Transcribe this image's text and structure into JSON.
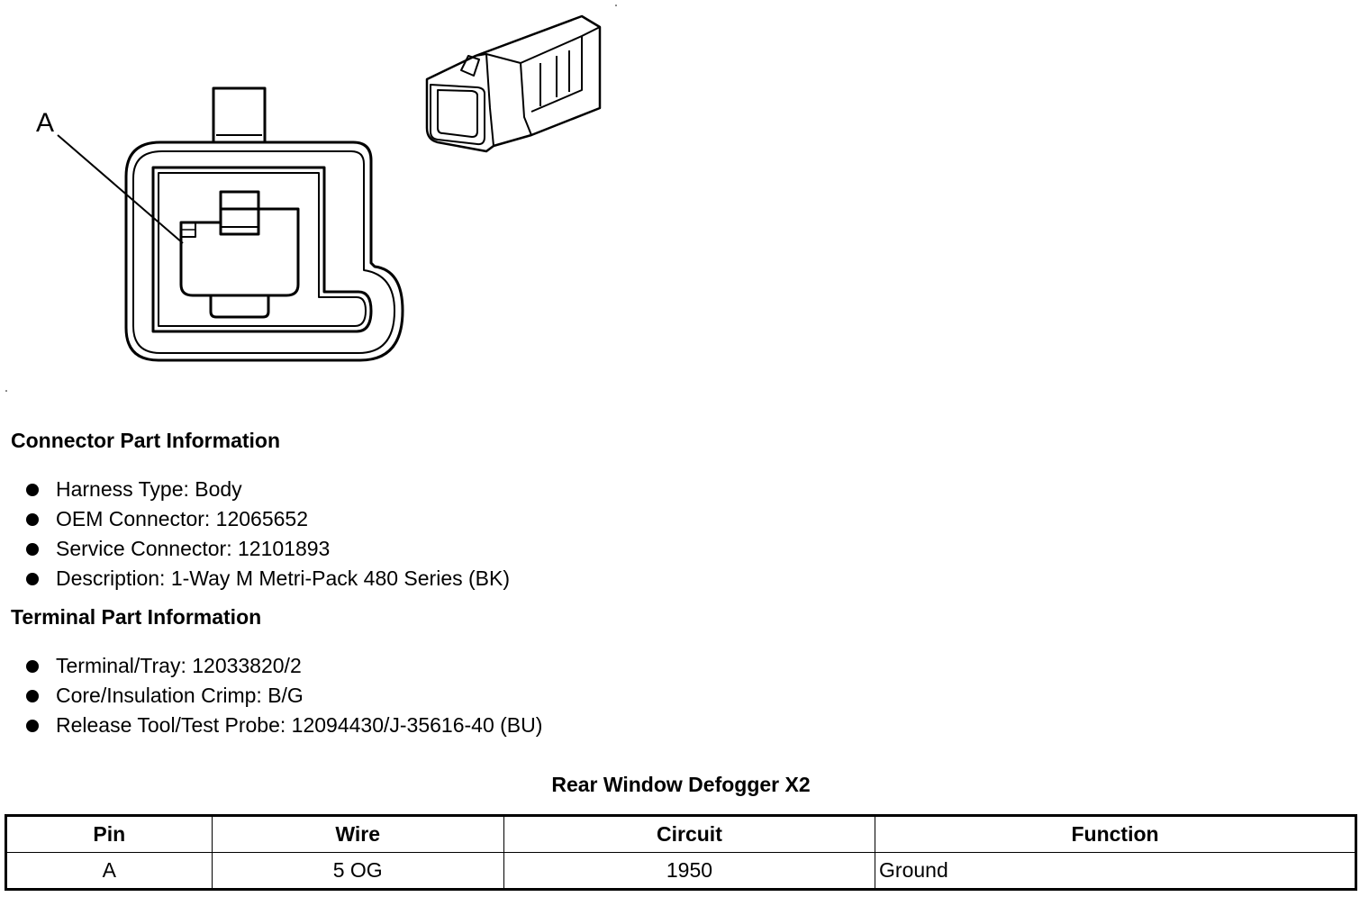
{
  "diagram": {
    "pin_label": "A"
  },
  "connector_section": {
    "heading": "Connector Part Information",
    "items": [
      "Harness Type: Body",
      "OEM Connector: 12065652",
      "Service Connector: 12101893",
      "Description: 1-Way M Metri-Pack 480 Series (BK)"
    ]
  },
  "terminal_section": {
    "heading": "Terminal Part Information",
    "items": [
      "Terminal/Tray: 12033820/2",
      "Core/Insulation Crimp: B/G",
      "Release Tool/Test Probe: 12094430/J-35616-40 (BU)"
    ]
  },
  "table": {
    "title": "Rear Window Defogger X2",
    "headers": [
      "Pin",
      "Wire",
      "Circuit",
      "Function"
    ],
    "rows": [
      [
        "A",
        "5 OG",
        "1950",
        "Ground"
      ]
    ]
  }
}
